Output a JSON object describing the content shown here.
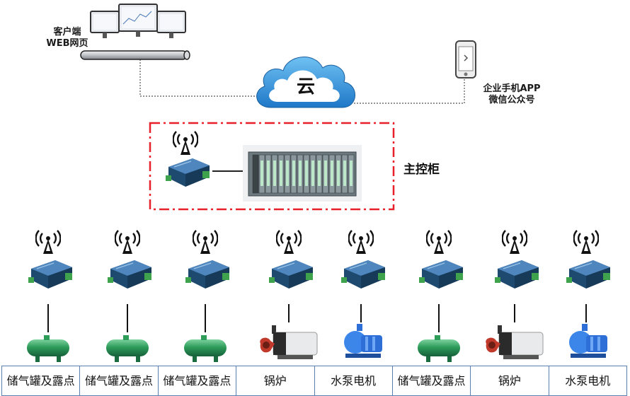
{
  "client": {
    "label": "客户端\nWEB网页"
  },
  "cloud": {
    "label": "云"
  },
  "mobile": {
    "label": "企业手机APP\n微信公众号"
  },
  "main_cabinet": {
    "label": "主控柜"
  },
  "devices": [
    {
      "type": "tank"
    },
    {
      "type": "tank"
    },
    {
      "type": "tank"
    },
    {
      "type": "boiler"
    },
    {
      "type": "pump"
    },
    {
      "type": "tank"
    },
    {
      "type": "boiler"
    },
    {
      "type": "pump"
    }
  ],
  "table_labels": [
    "储气罐及露点",
    "储气罐及露点",
    "储气罐及露点",
    "锅炉",
    "水泵电机",
    "储气罐及露点",
    "锅炉",
    "水泵电机"
  ],
  "colors": {
    "dash_red": "#e8202a",
    "cloud_blue": "#2f8fd8",
    "device_blue": "#2c5f8f",
    "tank_green": "#2e9d5a",
    "table_border": "#5b7fb0"
  }
}
